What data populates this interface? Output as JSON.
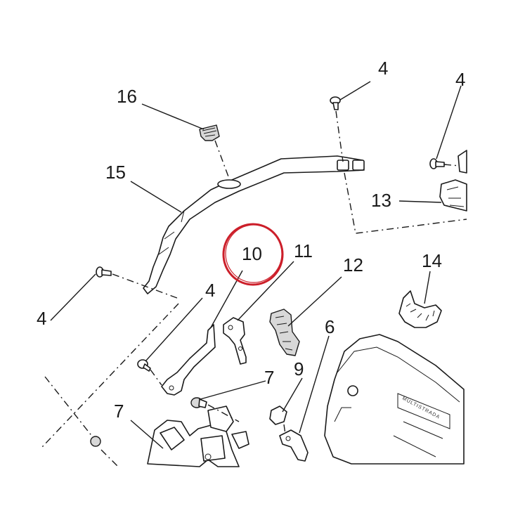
{
  "callouts": {
    "c4_top": "4",
    "c4_right": "4",
    "c4_mid": "4",
    "c4_left": "4",
    "c16": "16",
    "c15": "15",
    "c13": "13",
    "c10": "10",
    "c11": "11",
    "c12": "12",
    "c14": "14",
    "c6": "6",
    "c7_right": "7",
    "c7_left": "7",
    "c9": "9"
  },
  "highlight": {
    "target": "10",
    "color": "#cc1f2a"
  },
  "cover_badge": "MULTISTRADA"
}
